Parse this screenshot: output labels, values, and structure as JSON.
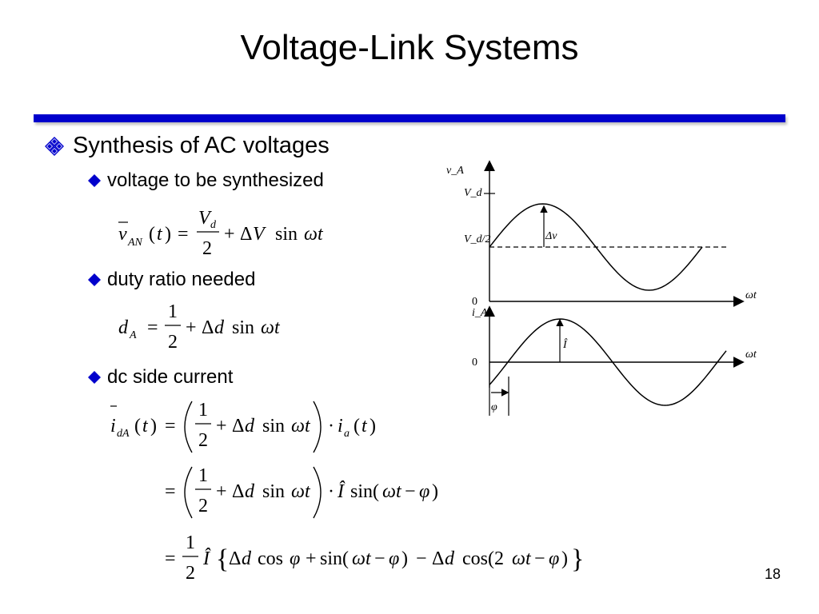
{
  "slide": {
    "title": "Voltage-Link Systems",
    "page_number": "18"
  },
  "colors": {
    "rule": "#0000cc",
    "bullet": "#0000cc"
  },
  "bullets": {
    "main": "Synthesis of AC voltages",
    "sub1": "voltage to be synthesized",
    "sub2": "duty ratio needed",
    "sub3": "dc side current"
  },
  "icons": {
    "main_bullet": "four-diamond-bullet-icon",
    "sub_bullet": "diamond-bullet-icon"
  },
  "figure": {
    "top_axis_label": "v_A",
    "top_level_peak": "V_d",
    "top_level_mid": "V_d/2",
    "top_delta": "Δv",
    "top_zero": "0",
    "top_x_label": "ωt",
    "bottom_axis_label": "i_A",
    "bottom_peak": "Î",
    "bottom_zero": "0",
    "bottom_x_label": "ωt",
    "phase_label": "φ"
  }
}
